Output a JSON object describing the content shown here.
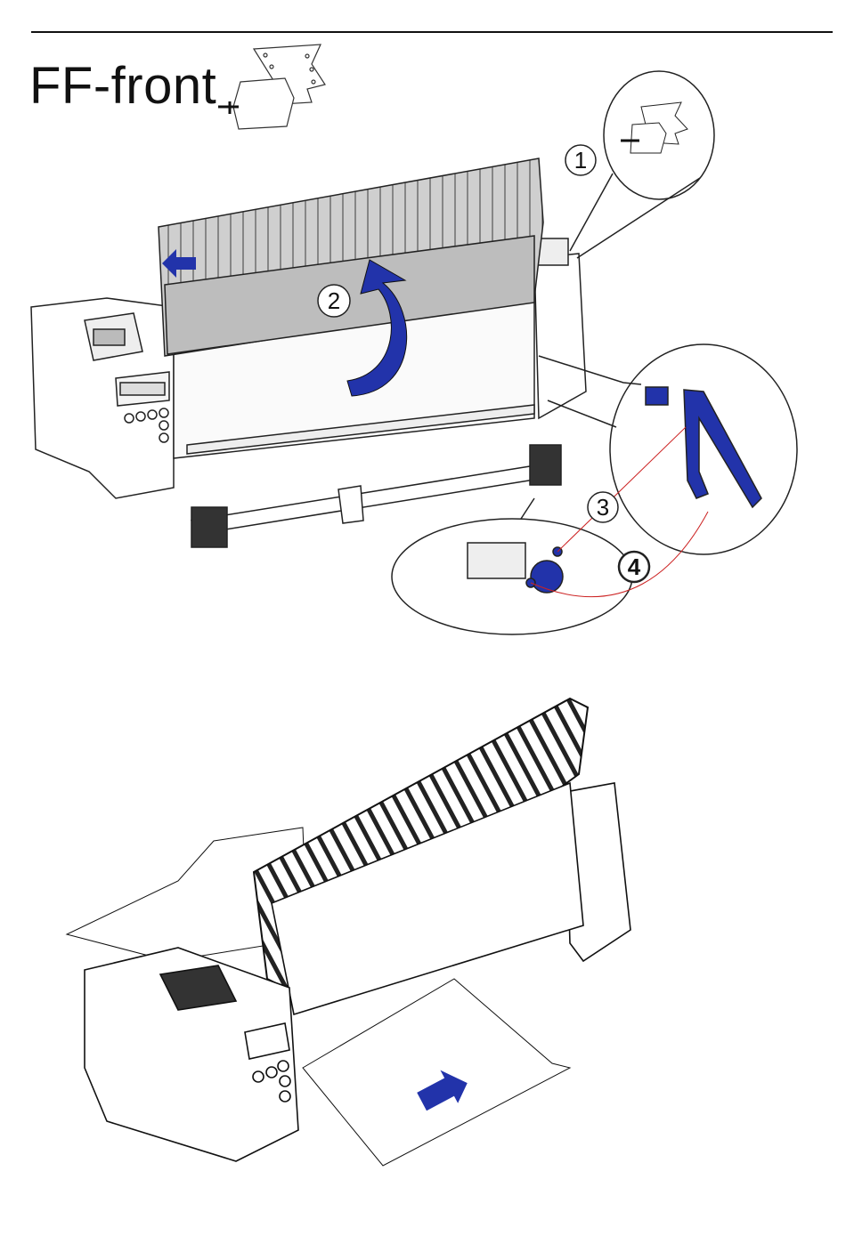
{
  "header": {
    "title": "FF-front"
  },
  "steps": [
    {
      "label": "1"
    },
    {
      "label": "2"
    },
    {
      "label": "3"
    },
    {
      "label": "4"
    }
  ],
  "colors": {
    "accent": "#2233aa",
    "line": "#111111",
    "leader": "#cc2222"
  },
  "icons": [
    "paper-path-icon",
    "rotate-arrow-icon",
    "feed-arrow-icon"
  ]
}
